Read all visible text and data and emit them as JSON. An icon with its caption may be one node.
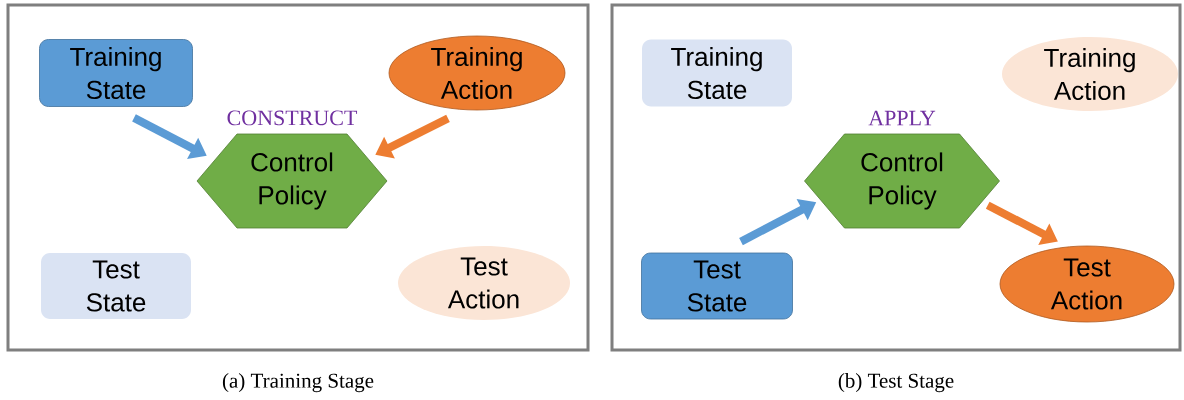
{
  "diagram": {
    "nodes": [
      {
        "text": [
          "(a) Training Stage"
        ]
      },
      {
        "text": [
          "Training State"
        ],
        "in": 0
      },
      {
        "text": [
          "Training Action"
        ],
        "in": 0
      },
      {
        "text": [
          "Control Policy"
        ],
        "in": 0,
        "beside": [
          "CONSTRUCT"
        ]
      },
      {
        "text": [
          "Test State"
        ],
        "in": 0
      },
      {
        "text": [
          "Test Action"
        ],
        "in": 0
      },
      {
        "text": [
          "(b) Test Stage"
        ]
      },
      {
        "text": [
          "Training State"
        ],
        "in": 6
      },
      {
        "text": [
          "Training Action"
        ],
        "in": 6
      },
      {
        "text": [
          "Control Policy"
        ],
        "in": 6,
        "beside": [
          "APPLY"
        ]
      },
      {
        "text": [
          "Test State"
        ],
        "in": 6
      },
      {
        "text": [
          "Test Action"
        ],
        "in": 6
      }
    ],
    "edges": [
      {
        "from": 1,
        "to": 3,
        "arrow": "to",
        "color": "#5b9bd5"
      },
      {
        "from": 2,
        "to": 3,
        "arrow": "to",
        "color": "#ed7d31"
      },
      {
        "from": 10,
        "to": 9,
        "arrow": "to",
        "color": "#5b9bd5"
      },
      {
        "from": 9,
        "to": 11,
        "arrow": "to",
        "color": "#ed7d31"
      }
    ]
  }
}
